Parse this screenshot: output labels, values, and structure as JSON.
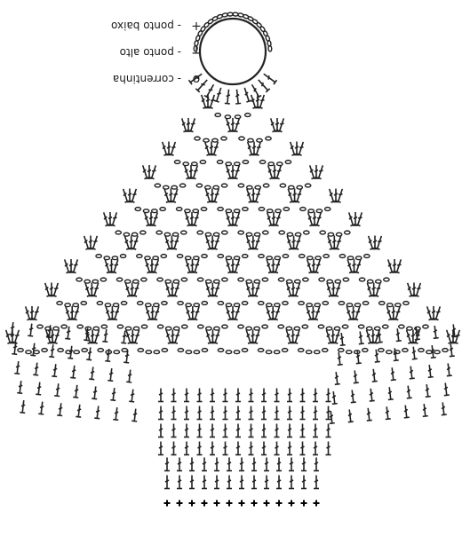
{
  "legend": {
    "items": [
      {
        "symbol": "+",
        "label": "- ponto baixo",
        "icon": "plus-icon"
      },
      {
        "symbol": "┬",
        "label": "- ponto alto",
        "icon": "double-crochet-icon"
      },
      {
        "symbol": "o",
        "label": "- correntinha",
        "icon": "chain-oval-icon"
      }
    ]
  },
  "colors": {
    "ink": "#222222",
    "background": "#ffffff"
  }
}
